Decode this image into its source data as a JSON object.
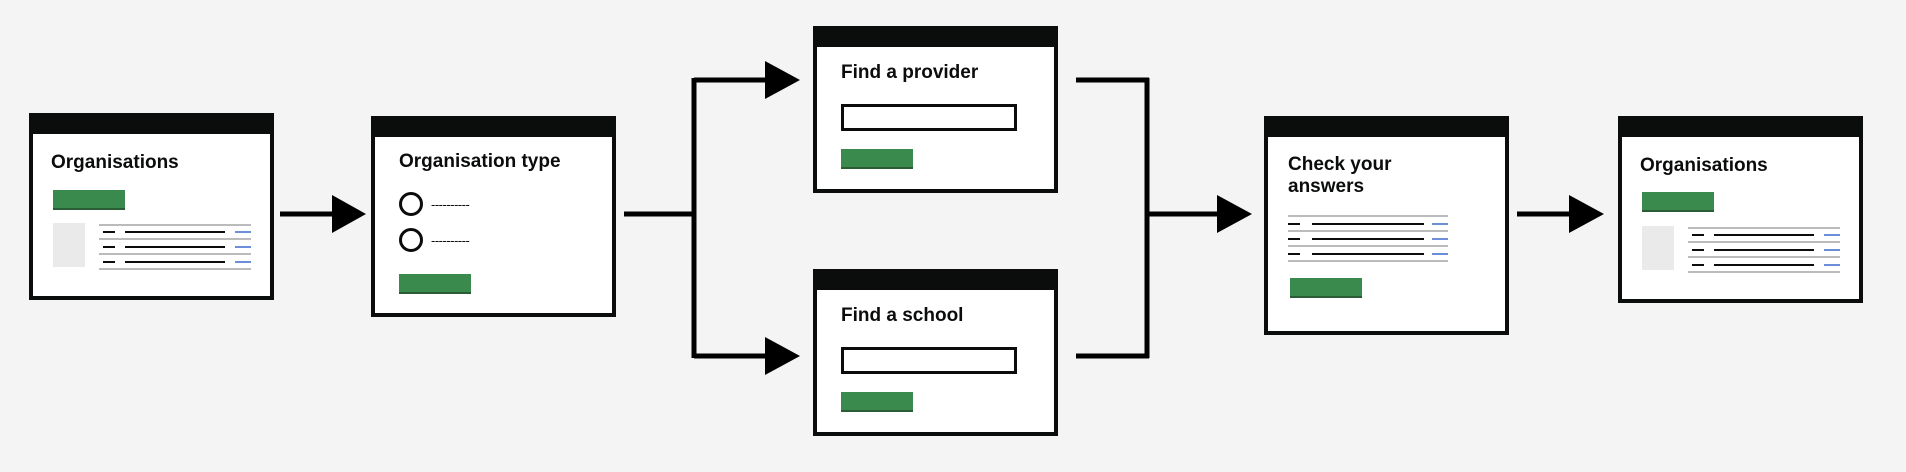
{
  "diagram": {
    "screens": {
      "organisations_start": {
        "title": "Organisations"
      },
      "organisation_type": {
        "title": "Organisation type",
        "options": [
          "----------",
          "----------"
        ]
      },
      "find_provider": {
        "title": "Find a provider"
      },
      "find_school": {
        "title": "Find a school"
      },
      "check_answers": {
        "title": "Check your\nanswers"
      },
      "organisations_end": {
        "title": "Organisations"
      }
    },
    "colors": {
      "background": "#f4f4f4",
      "button_green": "#3b8a4d",
      "frame_black": "#0b0c0c",
      "link_blue": "#6b8fd8",
      "rule_gray": "#bbbbbb"
    }
  }
}
